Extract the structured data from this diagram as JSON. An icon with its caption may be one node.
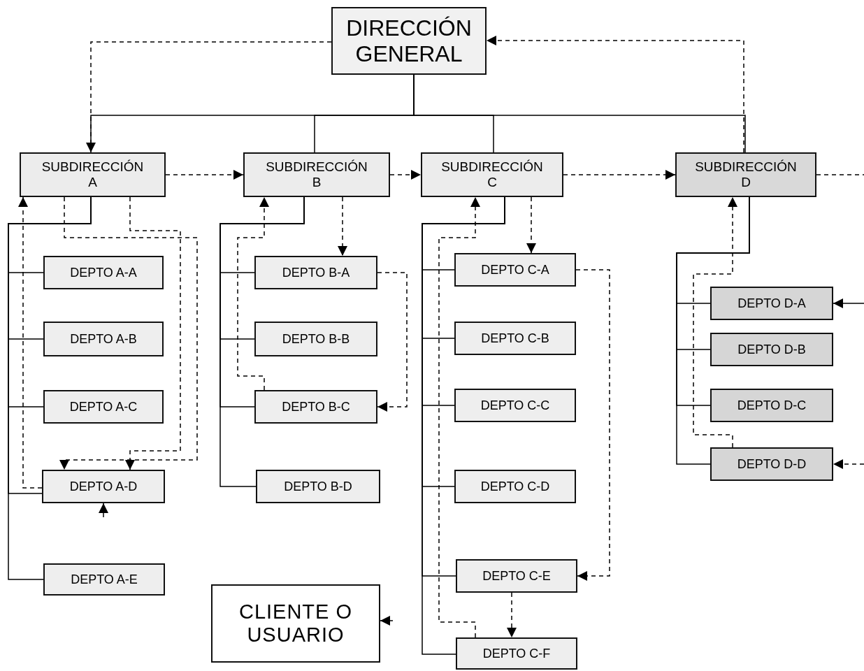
{
  "diagram": {
    "nodes": [
      {
        "text": [
          "DIRECCIÓN GENERAL"
        ]
      },
      {
        "text": [
          "SUBDIRECCIÓN A"
        ]
      },
      {
        "text": [
          "SUBDIRECCIÓN B"
        ]
      },
      {
        "text": [
          "SUBDIRECCIÓN C"
        ]
      },
      {
        "text": [
          "SUBDIRECCIÓN D"
        ]
      },
      {
        "text": [
          "DEPTO A-A"
        ]
      },
      {
        "text": [
          "DEPTO A-B"
        ]
      },
      {
        "text": [
          "DEPTO A-C"
        ]
      },
      {
        "text": [
          "DEPTO A-D"
        ]
      },
      {
        "text": [
          "DEPTO A-E"
        ]
      },
      {
        "text": [
          "DEPTO B-A"
        ]
      },
      {
        "text": [
          "DEPTO B-B"
        ]
      },
      {
        "text": [
          "DEPTO B-C"
        ]
      },
      {
        "text": [
          "DEPTO B-D"
        ]
      },
      {
        "text": [
          "DEPTO C-A"
        ]
      },
      {
        "text": [
          "DEPTO C-B"
        ]
      },
      {
        "text": [
          "DEPTO C-C"
        ]
      },
      {
        "text": [
          "DEPTO C-D"
        ]
      },
      {
        "text": [
          "DEPTO C-E"
        ]
      },
      {
        "text": [
          "DEPTO C-F"
        ]
      },
      {
        "text": [
          "DEPTO D-A"
        ]
      },
      {
        "text": [
          "DEPTO D-B"
        ]
      },
      {
        "text": [
          "DEPTO D-C"
        ]
      },
      {
        "text": [
          "DEPTO D-D"
        ]
      },
      {
        "text": [
          "CLIENTE O USUARIO"
        ]
      }
    ],
    "edges": [
      {
        "from": 0,
        "to": 1,
        "arrow": "none"
      },
      {
        "from": 0,
        "to": 2,
        "arrow": "none"
      },
      {
        "from": 0,
        "to": 3,
        "arrow": "none"
      },
      {
        "from": 0,
        "to": 4,
        "arrow": "none"
      },
      {
        "from": 0,
        "to": 1,
        "arrow": "to",
        "style": "dashed"
      },
      {
        "from": 4,
        "to": 0,
        "arrow": "to",
        "style": "dashed"
      },
      {
        "from": 1,
        "to": 2,
        "arrow": "to",
        "style": "dashed"
      },
      {
        "from": 2,
        "to": 3,
        "arrow": "to",
        "style": "dashed"
      },
      {
        "from": 3,
        "to": 4,
        "arrow": "to",
        "style": "dashed"
      },
      {
        "from": 4,
        "to": null,
        "arrow": "none",
        "style": "dashed"
      },
      {
        "from": 1,
        "to": 5,
        "arrow": "none"
      },
      {
        "from": 1,
        "to": 6,
        "arrow": "none"
      },
      {
        "from": 1,
        "to": 7,
        "arrow": "none"
      },
      {
        "from": 1,
        "to": 8,
        "arrow": "none"
      },
      {
        "from": 1,
        "to": 9,
        "arrow": "none"
      },
      {
        "from": 2,
        "to": 10,
        "arrow": "none"
      },
      {
        "from": 2,
        "to": 11,
        "arrow": "none"
      },
      {
        "from": 2,
        "to": 12,
        "arrow": "none"
      },
      {
        "from": 2,
        "to": 13,
        "arrow": "none"
      },
      {
        "from": 3,
        "to": 14,
        "arrow": "none"
      },
      {
        "from": 3,
        "to": 15,
        "arrow": "none"
      },
      {
        "from": 3,
        "to": 16,
        "arrow": "none"
      },
      {
        "from": 3,
        "to": 17,
        "arrow": "none"
      },
      {
        "from": 3,
        "to": 18,
        "arrow": "none"
      },
      {
        "from": 3,
        "to": 19,
        "arrow": "none"
      },
      {
        "from": 4,
        "to": 20,
        "arrow": "none"
      },
      {
        "from": 4,
        "to": 21,
        "arrow": "none"
      },
      {
        "from": 4,
        "to": 22,
        "arrow": "none"
      },
      {
        "from": 4,
        "to": 23,
        "arrow": "none"
      },
      {
        "from": 1,
        "to": 8,
        "arrow": "to",
        "style": "dashed"
      },
      {
        "from": 1,
        "to": 8,
        "arrow": "to",
        "style": "dashed"
      },
      {
        "from": 8,
        "to": 1,
        "arrow": "to",
        "style": "dashed"
      },
      {
        "from": null,
        "to": 8,
        "arrow": "to"
      },
      {
        "from": 2,
        "to": 10,
        "arrow": "to",
        "style": "dashed"
      },
      {
        "from": 10,
        "to": 12,
        "arrow": "to",
        "style": "dashed"
      },
      {
        "from": 12,
        "to": 2,
        "arrow": "to",
        "style": "dashed"
      },
      {
        "from": 3,
        "to": 14,
        "arrow": "to",
        "style": "dashed"
      },
      {
        "from": 14,
        "to": 18,
        "arrow": "to",
        "style": "dashed"
      },
      {
        "from": 18,
        "to": 19,
        "arrow": "to",
        "style": "dashed"
      },
      {
        "from": 19,
        "to": 3,
        "arrow": "to",
        "style": "dashed"
      },
      {
        "from": 23,
        "to": 4,
        "arrow": "to",
        "style": "dashed"
      },
      {
        "from": null,
        "to": 20,
        "arrow": "to"
      },
      {
        "from": null,
        "to": 23,
        "arrow": "to",
        "style": "dashed"
      },
      {
        "from": null,
        "to": 24,
        "arrow": "to"
      }
    ]
  }
}
